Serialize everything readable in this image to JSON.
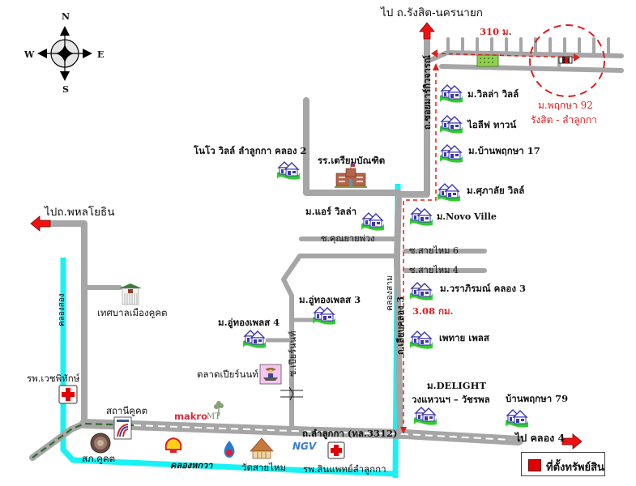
{
  "map": {
    "title_subject": "ม.พฤกษา 92 รังสิต - ลำลูกกา",
    "colors": {
      "road": "#a6a6a6",
      "canal": "#19f2f2",
      "route_dashed": "#e01e1e",
      "rail_dashed": "#2e6b2e",
      "arrow": "#ee1111",
      "house_roof": "#3b36b0",
      "house_lawn": "#2fcc2f",
      "property_marker": "#e00000",
      "park": "#8fd14f"
    },
    "compass": {
      "north": "N",
      "south": "S",
      "east": "E",
      "west": "W"
    },
    "direction_labels": {
      "to_rangsit_nakhonnayok": "ไป ถ.รังสิต-นครนายก",
      "to_phahonyothin": "ไปถ.พหลโยธิน",
      "to_khlong4": "ไป คลอง 4"
    },
    "distances": {
      "top_segment": "310 ม.",
      "main_route": "3.08 กม."
    },
    "target": {
      "line1": "ม.พฤกษา 92",
      "line2": "รังสิต - ลำลูกกา"
    },
    "roads": {
      "chalermprakiat": "ถ.ซอยมาร์กิวจารณ์",
      "liap_khlong3": "ถ.เลียบคลอง 3",
      "lamlukka": "ถ.ลำลูกกา (ทล.3312)",
      "soi_khunyai_phuang": "ซ.คุณยายพ่วง",
      "soi_saimai6": "ซ.สายไหม 6",
      "soi_saimai4": "ซ.สายไหม 4",
      "soi_pienrunnot": "ซ.เปียร์นนท์"
    },
    "canals": {
      "khlong_song": "คลองสอง",
      "khlong_sam": "คลองสาม",
      "khlong_hok_wa": "คลองหกวา"
    },
    "villages": [
      {
        "name": "ม.วิลล่า วิลล์"
      },
      {
        "name": "ไอลีฟ ทาวน์"
      },
      {
        "name": "ม.บ้านพฤกษา 17"
      },
      {
        "name": "ม.ศุภาลัย วิลล์"
      },
      {
        "name": "ม.Novo Ville"
      },
      {
        "name": "ม.วราภิรมณ์ คลอง 3"
      },
      {
        "name": "เพทาย เพลส"
      },
      {
        "name": "ม.DELIGHT"
      },
      {
        "name": "วงแหวนฯ – วัชรพล"
      },
      {
        "name": "บ้านพฤกษา 79"
      },
      {
        "name": "โนโว วิลล์ ลำลูกกา คลอง 2"
      },
      {
        "name": "ม.แอร์ วิลล่า"
      },
      {
        "name": "ม.อู่ทองเพลส 3"
      },
      {
        "name": "ม.อู่ทองเพลส 4"
      }
    ],
    "landmarks": {
      "school": "รร.เตรียมบัณฑิต",
      "municipality": "เทศบาลเมืองคูคต",
      "market": "ตลาดเปียร์นนท์",
      "hospital_vejchapitak": "รพ.เวชพิทักษ์",
      "station": "สถานีคูคต",
      "police": "สภ.คูคต",
      "temple": "วัดสายไหม",
      "hospital_lamlukka": "รพ.สินแพทย์ลำลูกกา",
      "makro": "makro",
      "mt_logo": "MT",
      "ngv": "NGV"
    },
    "legend": {
      "label": "ที่ตั้งทรัพย์สิน"
    }
  }
}
